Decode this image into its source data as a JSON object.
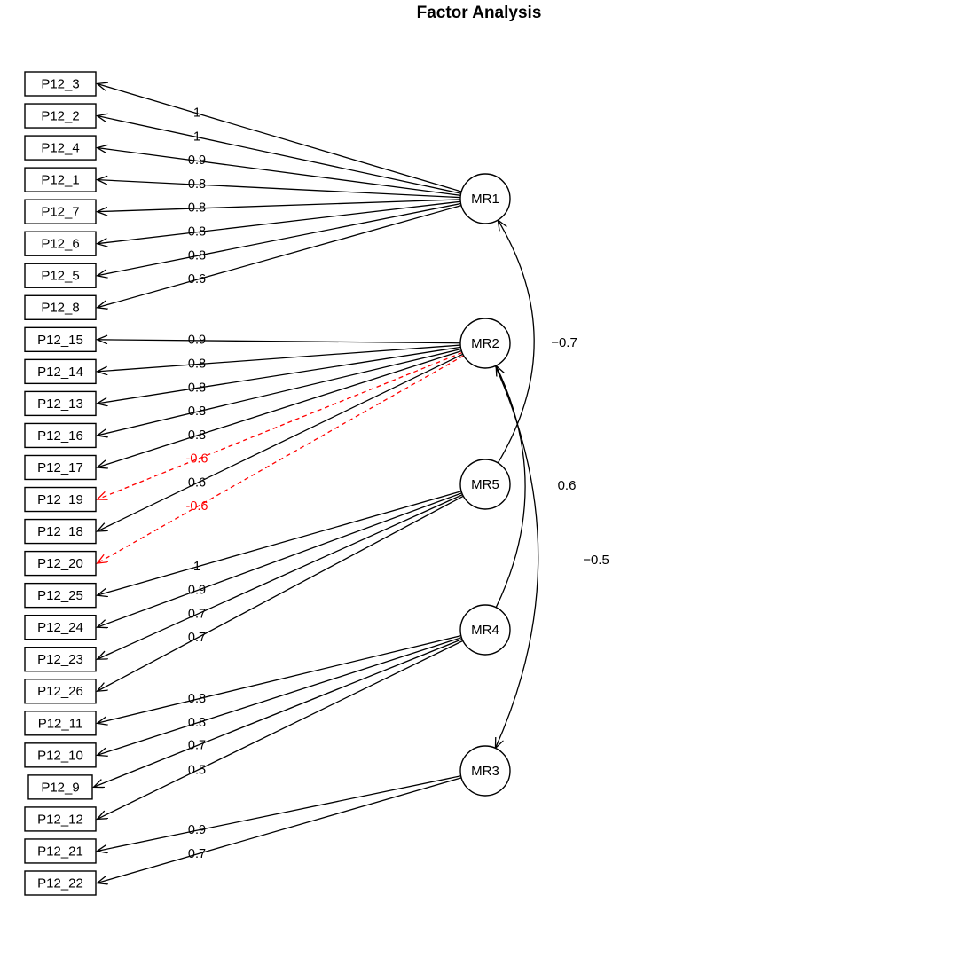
{
  "title": "Factor Analysis",
  "chart_data": {
    "type": "diagram",
    "title": "Factor Analysis",
    "diagram_kind": "factor-analysis-path-diagram",
    "colors": {
      "positive_loading": "#000000",
      "negative_loading": "#ff0000",
      "node_fill": "#ffffff",
      "node_stroke": "#000000"
    },
    "manifest_variables": [
      "P12_3",
      "P12_2",
      "P12_4",
      "P12_1",
      "P12_7",
      "P12_6",
      "P12_5",
      "P12_8",
      "P12_15",
      "P12_14",
      "P12_13",
      "P12_16",
      "P12_17",
      "P12_19",
      "P12_18",
      "P12_20",
      "P12_25",
      "P12_24",
      "P12_23",
      "P12_26",
      "P12_11",
      "P12_10",
      "P12_9",
      "P12_12",
      "P12_21",
      "P12_22"
    ],
    "factors": [
      "MR1",
      "MR2",
      "MR5",
      "MR4",
      "MR3"
    ],
    "loadings": [
      {
        "factor": "MR1",
        "variable": "P12_3",
        "value": "1",
        "sign": "positive"
      },
      {
        "factor": "MR1",
        "variable": "P12_2",
        "value": "1",
        "sign": "positive"
      },
      {
        "factor": "MR1",
        "variable": "P12_4",
        "value": "0.9",
        "sign": "positive"
      },
      {
        "factor": "MR1",
        "variable": "P12_1",
        "value": "0.8",
        "sign": "positive"
      },
      {
        "factor": "MR1",
        "variable": "P12_7",
        "value": "0.8",
        "sign": "positive"
      },
      {
        "factor": "MR1",
        "variable": "P12_6",
        "value": "0.8",
        "sign": "positive"
      },
      {
        "factor": "MR1",
        "variable": "P12_5",
        "value": "0.8",
        "sign": "positive"
      },
      {
        "factor": "MR1",
        "variable": "P12_8",
        "value": "0.6",
        "sign": "positive"
      },
      {
        "factor": "MR2",
        "variable": "P12_15",
        "value": "0.9",
        "sign": "positive"
      },
      {
        "factor": "MR2",
        "variable": "P12_14",
        "value": "0.8",
        "sign": "positive"
      },
      {
        "factor": "MR2",
        "variable": "P12_13",
        "value": "0.8",
        "sign": "positive"
      },
      {
        "factor": "MR2",
        "variable": "P12_16",
        "value": "0.8",
        "sign": "positive"
      },
      {
        "factor": "MR2",
        "variable": "P12_17",
        "value": "0.8",
        "sign": "positive"
      },
      {
        "factor": "MR2",
        "variable": "P12_19",
        "value": "-0.6",
        "sign": "negative"
      },
      {
        "factor": "MR2",
        "variable": "P12_18",
        "value": "0.6",
        "sign": "positive"
      },
      {
        "factor": "MR2",
        "variable": "P12_20",
        "value": "-0.6",
        "sign": "negative"
      },
      {
        "factor": "MR5",
        "variable": "P12_25",
        "value": "1",
        "sign": "positive"
      },
      {
        "factor": "MR5",
        "variable": "P12_24",
        "value": "0.9",
        "sign": "positive"
      },
      {
        "factor": "MR5",
        "variable": "P12_23",
        "value": "0.7",
        "sign": "positive"
      },
      {
        "factor": "MR5",
        "variable": "P12_26",
        "value": "0.7",
        "sign": "positive"
      },
      {
        "factor": "MR4",
        "variable": "P12_11",
        "value": "0.8",
        "sign": "positive"
      },
      {
        "factor": "MR4",
        "variable": "P12_10",
        "value": "0.8",
        "sign": "positive"
      },
      {
        "factor": "MR4",
        "variable": "P12_9",
        "value": "0.7",
        "sign": "positive"
      },
      {
        "factor": "MR4",
        "variable": "P12_12",
        "value": "0.5",
        "sign": "positive"
      },
      {
        "factor": "MR3",
        "variable": "P12_21",
        "value": "0.9",
        "sign": "positive"
      },
      {
        "factor": "MR3",
        "variable": "P12_22",
        "value": "0.7",
        "sign": "positive"
      }
    ],
    "factor_correlations": [
      {
        "from": "MR5",
        "to": "MR1",
        "value": "−0.7"
      },
      {
        "from": "MR4",
        "to": "MR2",
        "value": "0.6"
      },
      {
        "from": "MR2",
        "to": "MR3",
        "value": "−0.5"
      }
    ]
  },
  "boxes": [
    {
      "label": "P12_3"
    },
    {
      "label": "P12_2"
    },
    {
      "label": "P12_4"
    },
    {
      "label": "P12_1"
    },
    {
      "label": "P12_7"
    },
    {
      "label": "P12_6"
    },
    {
      "label": "P12_5"
    },
    {
      "label": "P12_8"
    },
    {
      "label": "P12_15"
    },
    {
      "label": "P12_14"
    },
    {
      "label": "P12_13"
    },
    {
      "label": "P12_16"
    },
    {
      "label": "P12_17"
    },
    {
      "label": "P12_19"
    },
    {
      "label": "P12_18"
    },
    {
      "label": "P12_20"
    },
    {
      "label": "P12_25"
    },
    {
      "label": "P12_24"
    },
    {
      "label": "P12_23"
    },
    {
      "label": "P12_26"
    },
    {
      "label": "P12_11"
    },
    {
      "label": "P12_10"
    },
    {
      "label": "P12_9"
    },
    {
      "label": "P12_12"
    },
    {
      "label": "P12_21"
    },
    {
      "label": "P12_22"
    }
  ],
  "factor_nodes": [
    {
      "label": "MR1"
    },
    {
      "label": "MR2"
    },
    {
      "label": "MR5"
    },
    {
      "label": "MR4"
    },
    {
      "label": "MR3"
    }
  ],
  "loading_labels": [
    "1",
    "1",
    "0.9",
    "0.8",
    "0.8",
    "0.8",
    "0.8",
    "0.6",
    "0.9",
    "0.8",
    "0.8",
    "0.8",
    "0.8",
    "-0.6",
    "0.6",
    "-0.6",
    "1",
    "0.9",
    "0.7",
    "0.7",
    "0.8",
    "0.8",
    "0.7",
    "0.5",
    "0.9",
    "0.7"
  ],
  "correlation_labels": [
    "−0.7",
    "0.6",
    "−0.5"
  ]
}
